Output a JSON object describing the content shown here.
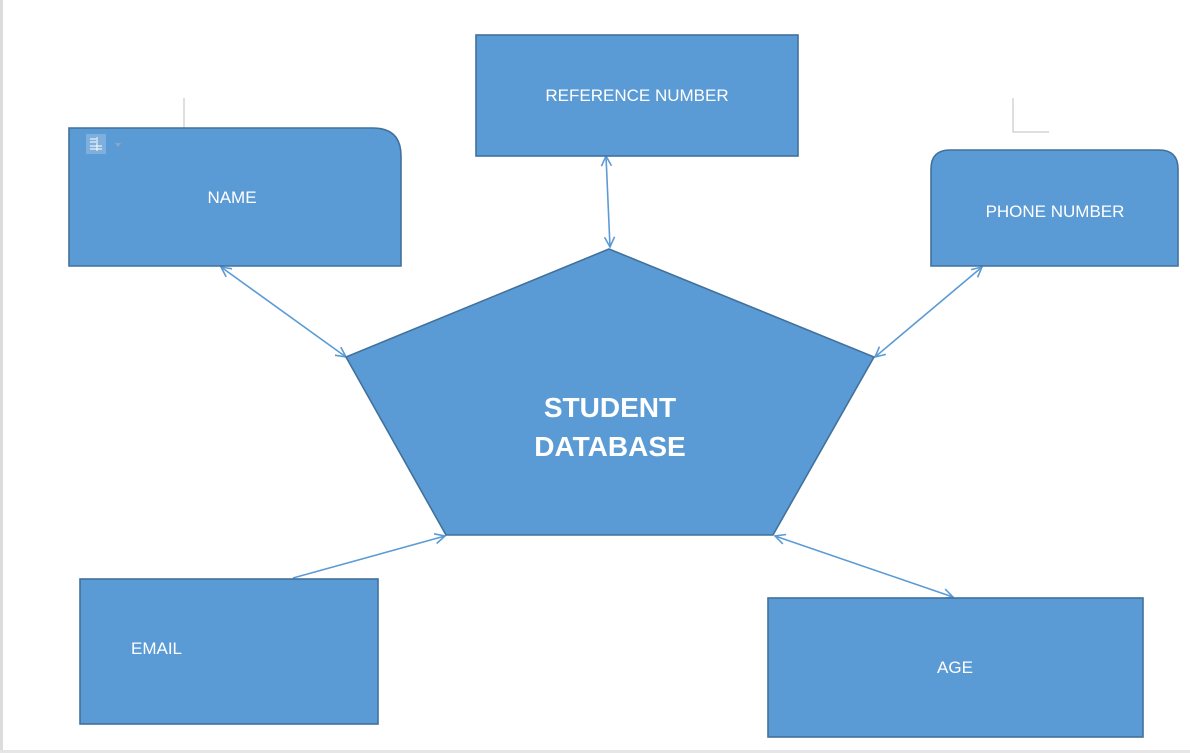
{
  "diagram": {
    "center": {
      "line1": "STUDENT",
      "line2": "DATABASE"
    },
    "nodes": {
      "reference": "REFERENCE NUMBER",
      "name": "NAME",
      "phone": "PHONE NUMBER",
      "email": "EMAIL",
      "age": "AGE"
    }
  },
  "colors": {
    "shape_fill": "#5b9bd5",
    "shape_stroke": "#41719c",
    "connector": "#5b9bd5",
    "text": "#ffffff"
  },
  "icons": {
    "layout_options": "layout-options-icon"
  }
}
